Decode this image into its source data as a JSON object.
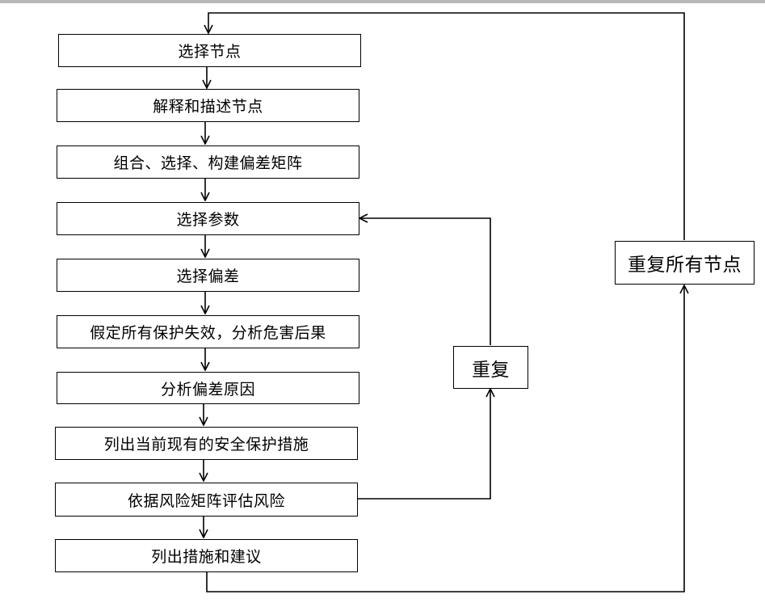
{
  "steps": [
    "选择节点",
    "解释和描述节点",
    "组合、选择、构建偏差矩阵",
    "选择参数",
    "选择偏差",
    "假定所有保护失效，分析危害后果",
    "分析偏差原因",
    "列出当前现有的安全保护措施",
    "依据风险矩阵评估风险",
    "列出措施和建议"
  ],
  "loops": {
    "repeat": "重复",
    "repeat_all_nodes": "重复所有节点"
  },
  "colors": {
    "line": "#000000",
    "top_bar": "#b8b8b8"
  }
}
